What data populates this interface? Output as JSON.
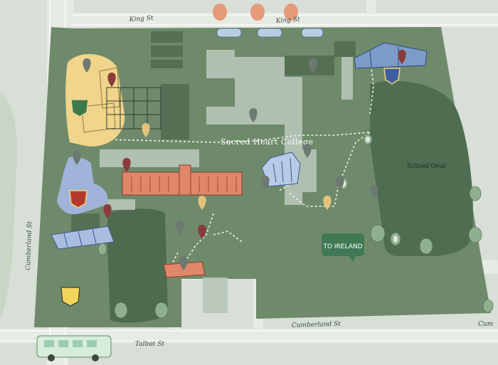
{
  "map_title": "Sacred Heart College",
  "streets": {
    "king": "King St",
    "cumberland": "Cumberland St",
    "talbot": "Talbot St",
    "cumberland_partial": "Cum"
  },
  "areas": {
    "school_oval": "School Oval"
  },
  "callout": {
    "to_ireland": "TO IRELAND"
  },
  "colors": {
    "background": "#d7dfd6",
    "campus": "#6f8a6b",
    "campus_dark": "#4e6a4f",
    "paths": "#b7c6b9",
    "highlight_yellow": "#f1d58a",
    "highlight_blue": "#9fb4d8",
    "brick": "#e0876a",
    "pin_grey": "#6d7a72",
    "pin_red": "#8a3b3b",
    "pin_yellow": "#e2c27a",
    "callout_green": "#3f7a55"
  },
  "pins": [
    {
      "id": "pin-1",
      "color": "grey"
    },
    {
      "id": "pin-2",
      "color": "red"
    },
    {
      "id": "pin-3",
      "color": "grey"
    },
    {
      "id": "pin-4",
      "color": "grey"
    },
    {
      "id": "pin-5",
      "color": "yellow"
    },
    {
      "id": "pin-6",
      "color": "grey"
    },
    {
      "id": "pin-7",
      "color": "red"
    },
    {
      "id": "pin-8",
      "color": "grey"
    },
    {
      "id": "pin-9",
      "color": "red"
    },
    {
      "id": "pin-10",
      "color": "grey"
    },
    {
      "id": "pin-11",
      "color": "yellow"
    },
    {
      "id": "pin-12",
      "color": "grey"
    },
    {
      "id": "pin-13",
      "color": "red"
    },
    {
      "id": "pin-14",
      "color": "grey"
    },
    {
      "id": "pin-15",
      "color": "grey"
    },
    {
      "id": "pin-16",
      "color": "yellow"
    },
    {
      "id": "pin-17",
      "color": "red"
    },
    {
      "id": "pin-18",
      "color": "grey"
    }
  ]
}
